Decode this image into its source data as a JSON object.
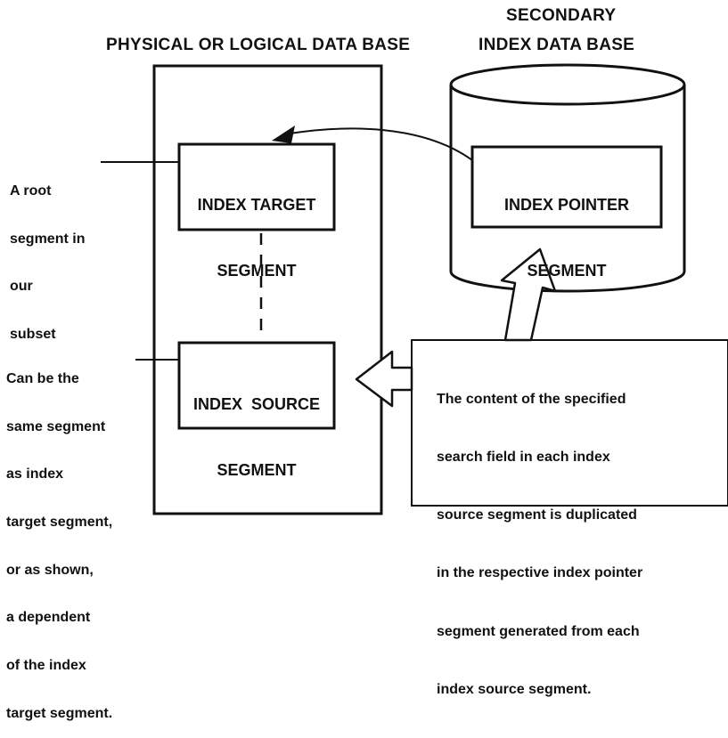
{
  "headers": {
    "physical_db": "PHYSICAL OR LOGICAL DATA BASE",
    "secondary_db_line1": "SECONDARY",
    "secondary_db_line2": "INDEX DATA BASE"
  },
  "boxes": {
    "index_target": [
      "INDEX TARGET",
      "SEGMENT"
    ],
    "index_source": [
      "INDEX  SOURCE",
      "SEGMENT"
    ],
    "index_pointer": [
      "INDEX POINTER",
      "SEGMENT"
    ]
  },
  "side_labels": {
    "root": [
      "A root",
      "segment in",
      "our",
      "subset"
    ],
    "source": [
      "Can be the",
      "same segment",
      "as index",
      "target segment,",
      "or as shown,",
      "a dependent",
      "of the index",
      "target segment."
    ]
  },
  "note": [
    "The content of the specified",
    "search field in each index",
    "source segment is duplicated",
    "in the respective index pointer",
    "segment generated from each",
    "index source segment."
  ]
}
